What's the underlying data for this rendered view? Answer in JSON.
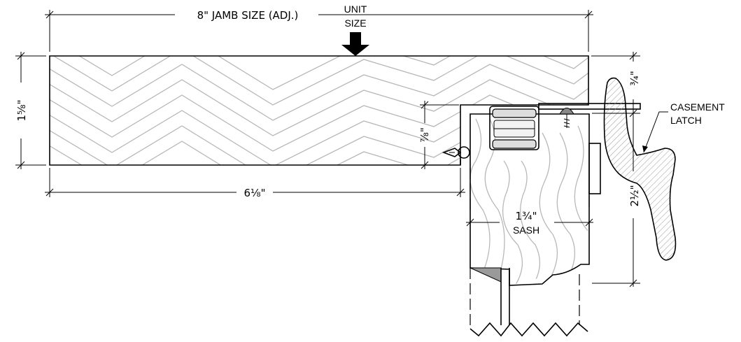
{
  "labels": {
    "jamb_size": "8\" JAMB SIZE (ADJ.)",
    "unit_size_line1": "UNIT",
    "unit_size_line2": "SIZE",
    "jamb_thickness": "1⅝\"",
    "jamb_depth": "6⅛\"",
    "stop_depth": "⅞\"",
    "sash_thickness": "1¾\"",
    "sash_label": "SASH",
    "latch_offset": "¾\"",
    "latch_height": "2½\"",
    "casement_line1": "CASEMENT",
    "casement_line2": "LATCH"
  },
  "colors": {
    "line": "#000000",
    "grain": "#b8b8b8",
    "hatch": "#999999",
    "triangle": "#9a9a9a"
  }
}
